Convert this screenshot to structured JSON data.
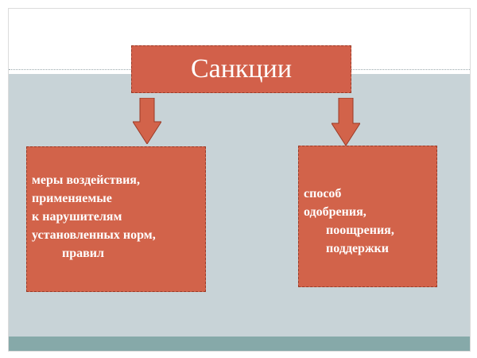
{
  "title": "Санкции",
  "left_box": {
    "lines": [
      "меры воздействия,",
      "применяемые",
      "к нарушителям",
      "установленных норм,",
      "правил"
    ]
  },
  "right_box": {
    "lines": [
      "способ",
      "одобрения,",
      "поощрения,",
      "поддержки"
    ]
  },
  "colors": {
    "box_fill": "#d2634a",
    "band": "#c8d3d7",
    "footer": "#86a9a9"
  }
}
